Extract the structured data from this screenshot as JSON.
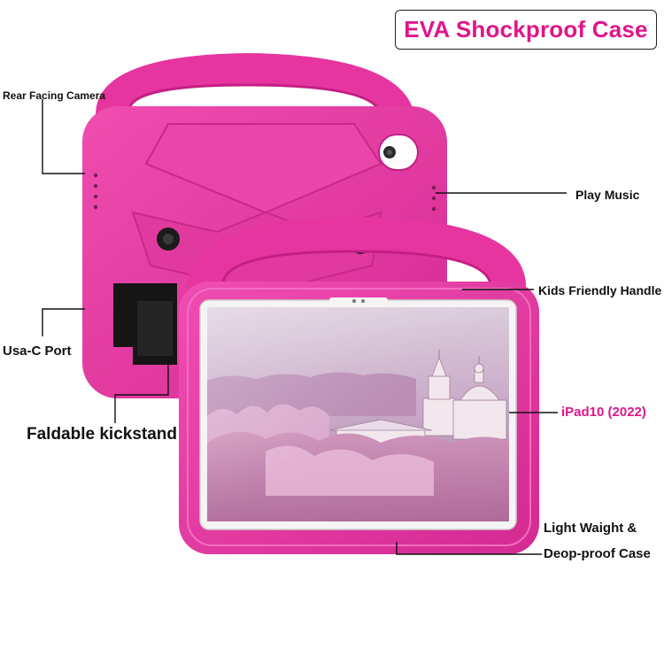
{
  "title": "EVA Shockproof Case",
  "colors": {
    "case": "#e6359f",
    "case_shade": "#c41e84",
    "case_light": "#f060b8",
    "accent_text": "#e0158a",
    "kickstand": "#151515"
  },
  "callouts": {
    "rear_camera": "Rear Facing Camera",
    "play_music": "Play Music",
    "kids_handle": "Kids Friendly Handle",
    "usb_port": "Usa-C Port",
    "ipad_model": "iPad10 (2022)",
    "kickstand": "Faldable kickstand",
    "light_weight_1": "Light Waight &",
    "light_weight_2": "Deop-proof Case"
  }
}
